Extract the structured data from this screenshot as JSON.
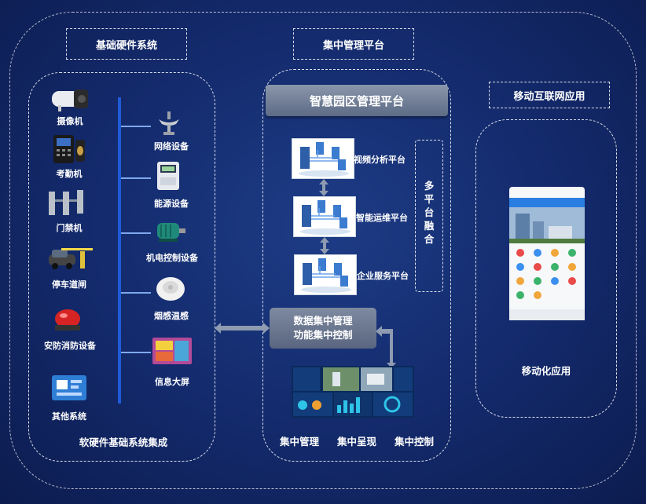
{
  "sections": {
    "hardware": "基础硬件系统",
    "management": "集中管理平台",
    "mobile": "移动互联网应用"
  },
  "hardware_devices": [
    {
      "label": "摄像机"
    },
    {
      "label": "考勤机"
    },
    {
      "label": "门禁机"
    },
    {
      "label": "停车道闸"
    },
    {
      "label": "安防消防设备"
    },
    {
      "label": "其他系统"
    }
  ],
  "hardware_devices_right": [
    {
      "label": "网络设备"
    },
    {
      "label": "能源设备"
    },
    {
      "label": "机电控制设备"
    },
    {
      "label": "烟感温感"
    },
    {
      "label": "信息大屏"
    }
  ],
  "hardware_footer": "软硬件基础系统集成",
  "platform_header": "智慧园区管理平台",
  "platforms": [
    {
      "label": "视频分析平台"
    },
    {
      "label": "智能运维平台"
    },
    {
      "label": "企业服务平台"
    }
  ],
  "multi_platform": "多平台融合",
  "center": {
    "line1": "数据集中管理",
    "line2": "功能集中控制"
  },
  "management_footer": [
    "集中管理",
    "集中呈现",
    "集中控制"
  ],
  "mobile_label": "移动化应用"
}
